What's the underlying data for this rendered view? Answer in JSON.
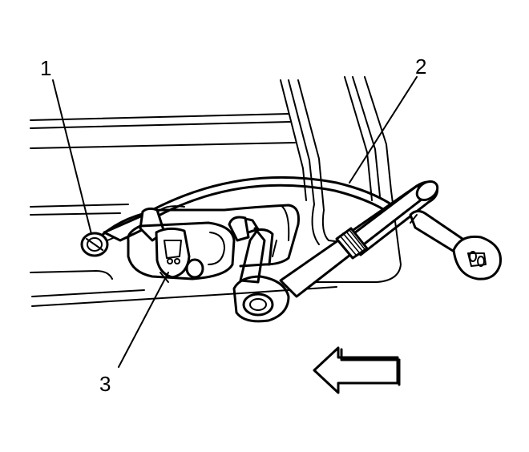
{
  "callouts": [
    {
      "id": "1",
      "label": "1"
    },
    {
      "id": "2",
      "label": "2"
    },
    {
      "id": "3",
      "label": "3"
    }
  ],
  "colors": {
    "line": "#000000",
    "stipple": "#bdbdbd",
    "background": "#ffffff"
  },
  "icons": {
    "direction_arrow": "arrow-left-icon"
  }
}
